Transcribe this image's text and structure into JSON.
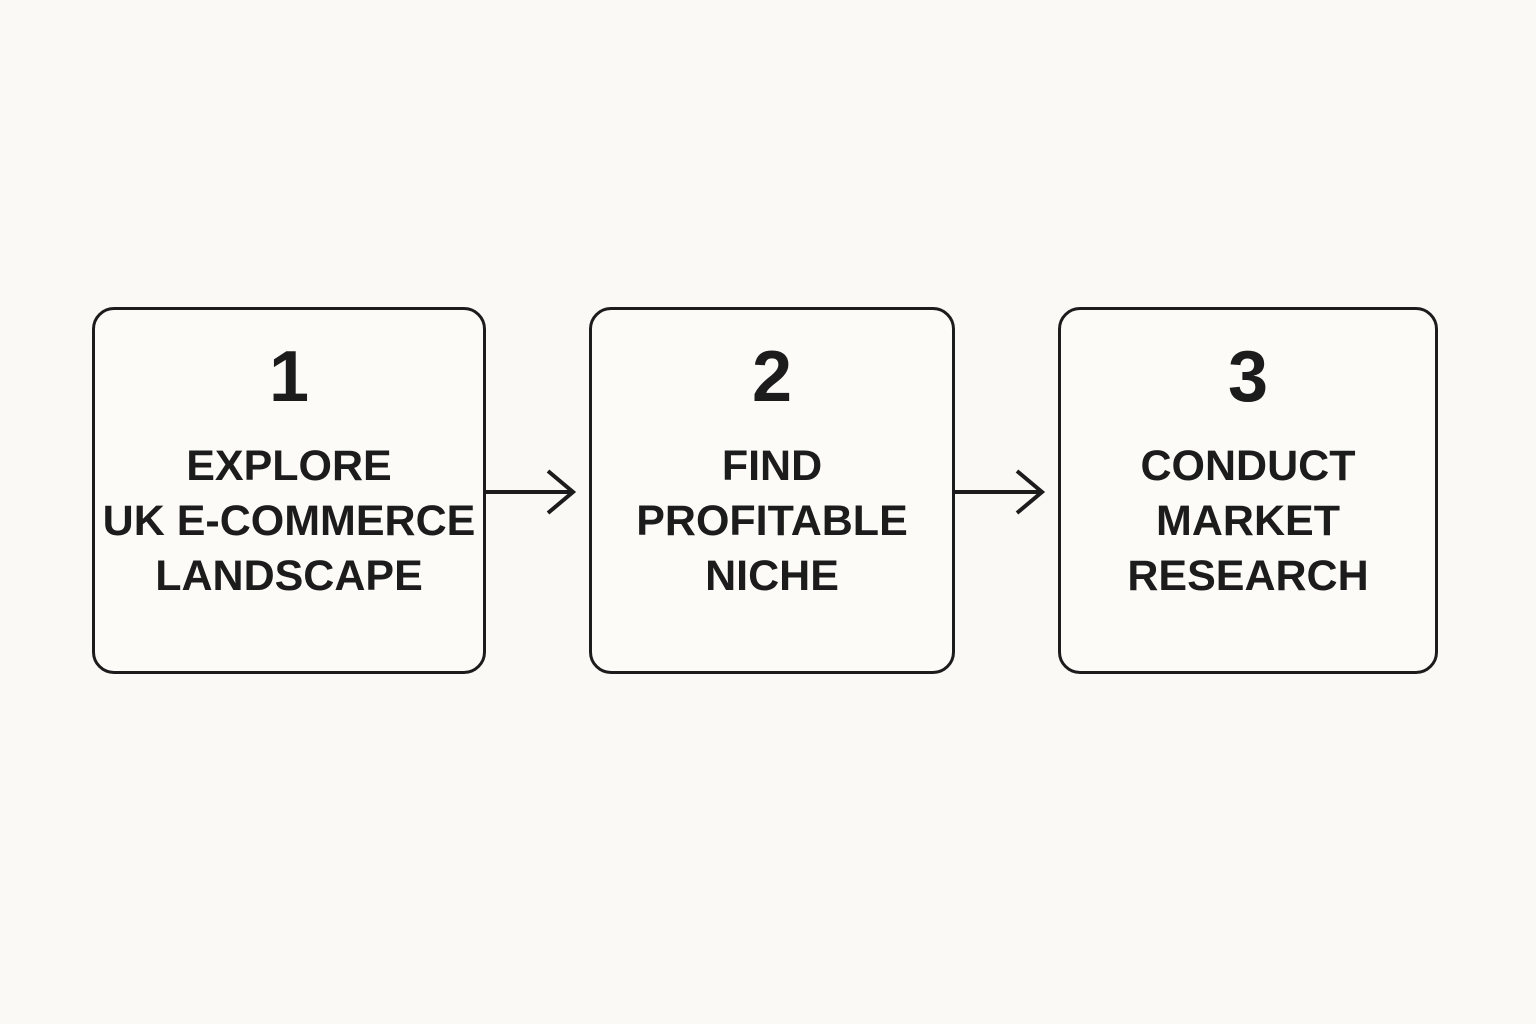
{
  "diagram": {
    "title": "",
    "type": "process-flow",
    "colors": {
      "background": "#faf9f6",
      "box_fill": "#fcfbf8",
      "border": "#1c1c1c",
      "text": "#1c1c1c"
    },
    "steps": [
      {
        "number": "1",
        "lines": [
          "EXPLORE",
          "UK E-COMMERCE",
          "LANDSCAPE"
        ]
      },
      {
        "number": "2",
        "lines": [
          "FIND",
          "PROFITABLE",
          "NICHE"
        ]
      },
      {
        "number": "3",
        "lines": [
          "CONDUCT",
          "MARKET",
          "RESEARCH"
        ]
      }
    ],
    "connectors": [
      {
        "icon": "right-arrow",
        "from": "step-1",
        "to": "step-2"
      },
      {
        "icon": "right-arrow",
        "from": "step-2",
        "to": "step-3"
      }
    ]
  }
}
